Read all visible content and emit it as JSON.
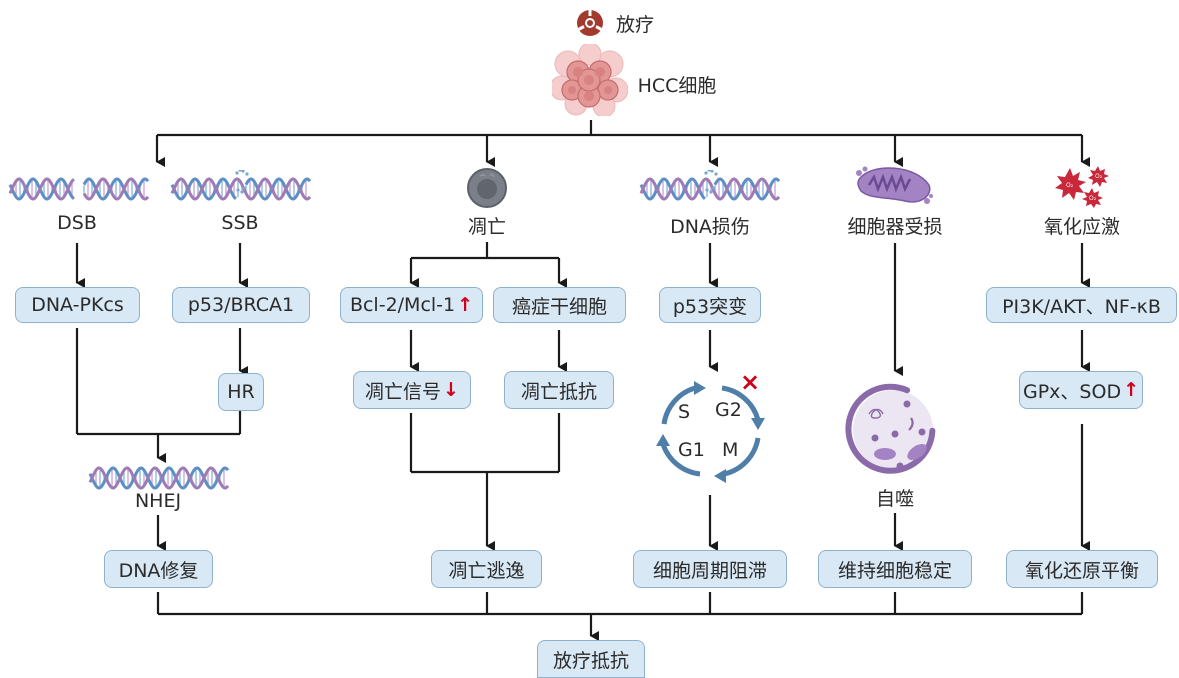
{
  "header": {
    "treatment_label": "放疗",
    "cell_label": "HCC细胞"
  },
  "columns": {
    "dsb": {
      "label": "DSB",
      "box1": "DNA-PKcs"
    },
    "ssb": {
      "label": "SSB",
      "box1": "p53/BRCA1",
      "box2": "HR"
    },
    "repair": {
      "nhej_label": "NHEJ",
      "result": "DNA修复"
    },
    "apoptosis": {
      "label": "凋亡",
      "left_box1": "Bcl-2/Mcl-1",
      "left_box1_indicator": "↑",
      "left_box2": "凋亡信号",
      "left_box2_indicator": "↓",
      "right_box1": "癌症干细胞",
      "right_box2": "凋亡抵抗",
      "result": "凋亡逃逸"
    },
    "dna_damage": {
      "label": "DNA损伤",
      "box1": "p53突变",
      "cycle_phases": [
        "S",
        "G2",
        "G1",
        "M"
      ],
      "block_mark": "×",
      "result": "细胞周期阻滞"
    },
    "organelle": {
      "label": "细胞器受损",
      "autophagy_label": "自噬",
      "result": "维持细胞稳定"
    },
    "oxidative": {
      "label": "氧化应激",
      "box1": "PI3K/AKT、NF-κB",
      "box2": "GPx、SOD",
      "box2_indicator": "↑",
      "result": "氧化还原平衡"
    }
  },
  "footer": {
    "final": "放疗抵抗"
  },
  "colors": {
    "box_fill": "#d8e8f5",
    "box_border": "#8fb2cc",
    "arrow": "#1a1a1a",
    "indicator_red": "#d0021b",
    "cycle_blue": "#4f7ea8",
    "dna_blue": "#5d8fc4",
    "dna_purple": "#9e7bb5",
    "radiation_red": "#a33a2e"
  }
}
